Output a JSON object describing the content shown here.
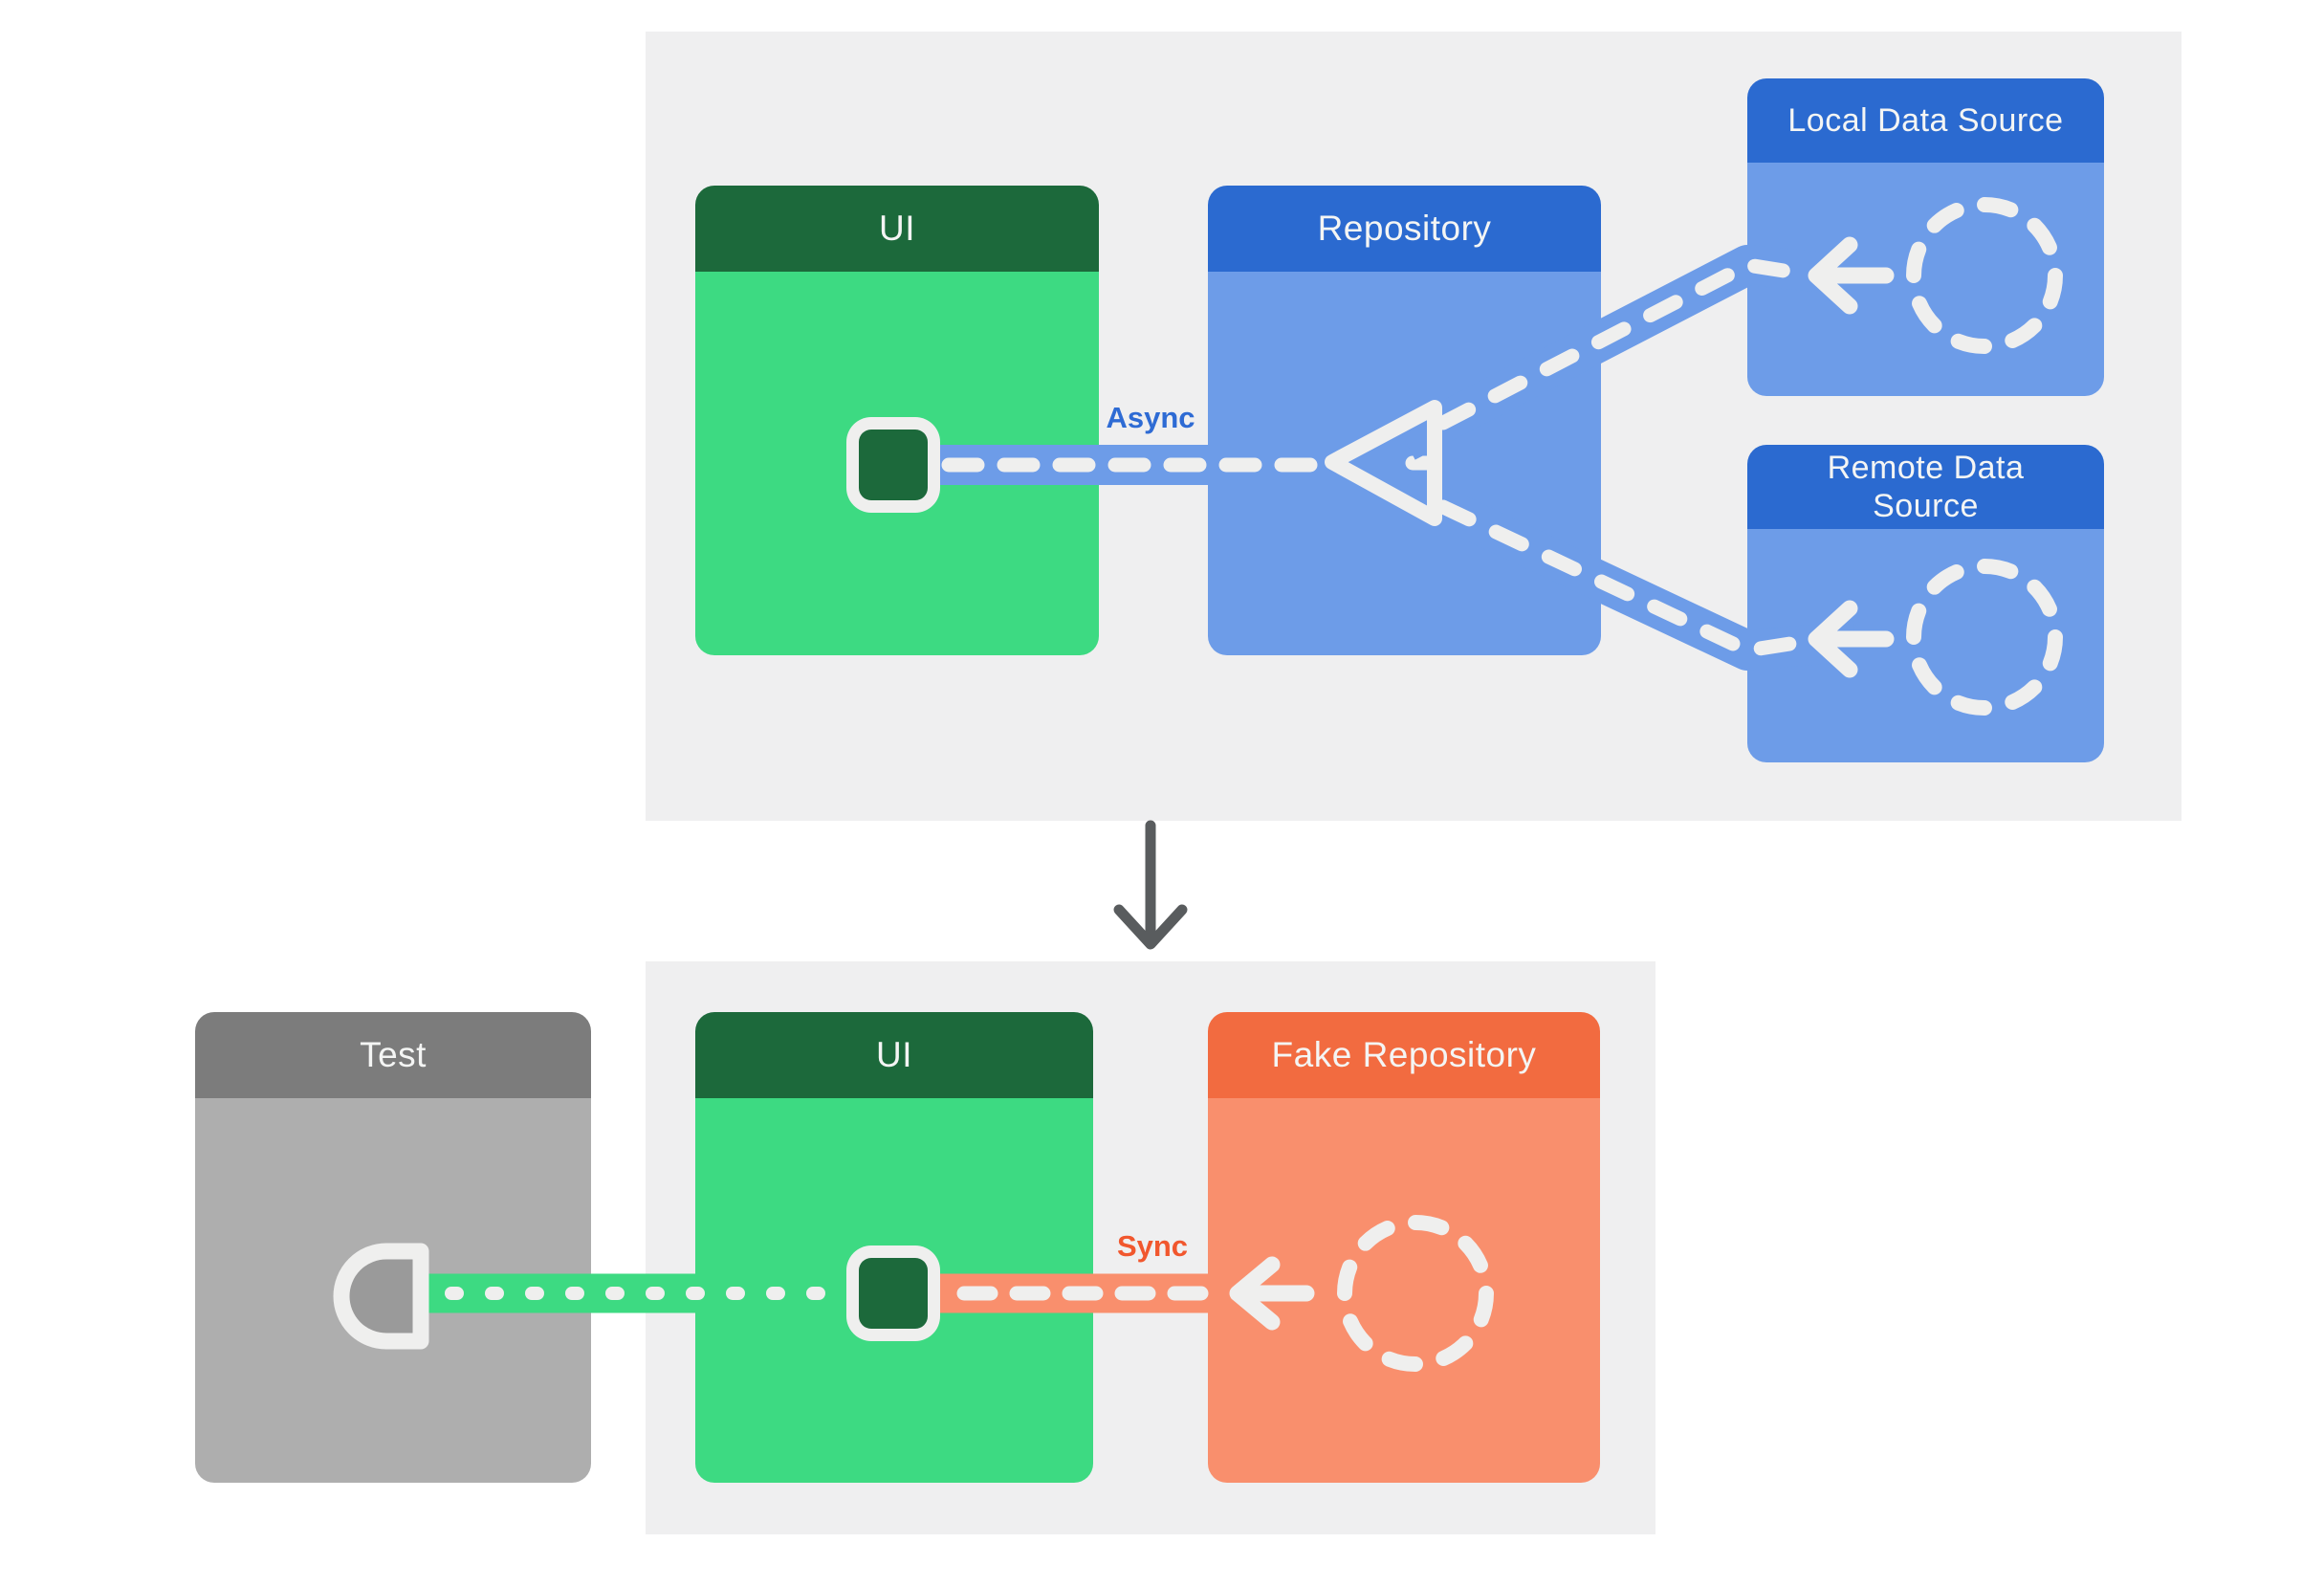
{
  "top_section": {
    "ui": "UI",
    "repository": "Repository",
    "local_data_source": "Local Data Source",
    "remote_data_source": "Remote Data Source",
    "connection_label": "Async"
  },
  "bottom_section": {
    "test": "Test",
    "ui": "UI",
    "fake_repository": "Fake Repository",
    "connection_label": "Sync"
  },
  "colors": {
    "page_bg": "#ffffff",
    "panel_bg": "#efeff0",
    "green_header": "#1c693b",
    "green_body": "#3dda82",
    "blue_header": "#2b6ad0",
    "blue_body": "#6d9ce8",
    "orange_header": "#f26b40",
    "orange_body": "#f98f6d",
    "gray_header": "#7c7c7c",
    "gray_body": "#aeaeae",
    "socket_fill": "#9a9a9a",
    "connector_white": "#efefee",
    "async_label_color": "#2e6bd4",
    "sync_label_color": "#f1572e",
    "flow_arrow_color": "#595c5e"
  },
  "icons": {
    "phone": "phone-screen-icon",
    "triangle": "merge-triangle-icon",
    "dashed_circle": "data-source-circle-icon",
    "left_arrow": "left-arrow-icon",
    "socket": "test-socket-icon",
    "down_arrow": "down-arrow-icon"
  }
}
